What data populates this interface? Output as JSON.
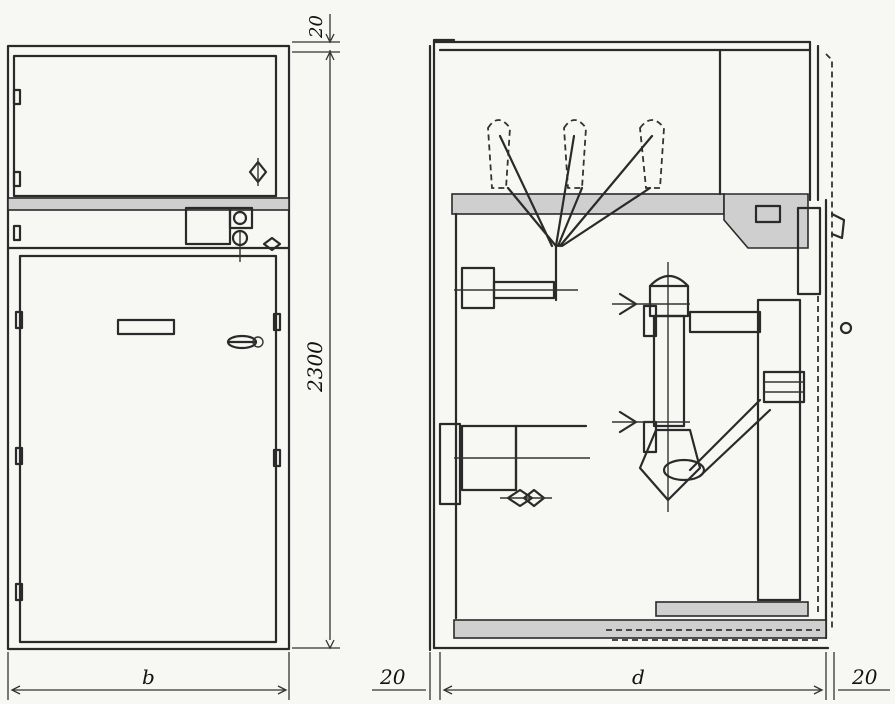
{
  "dimensions": {
    "top_gap": "20",
    "height": "2300",
    "width_label": "b",
    "depth_label": "d",
    "left_gap": "20",
    "right_gap": "20"
  }
}
